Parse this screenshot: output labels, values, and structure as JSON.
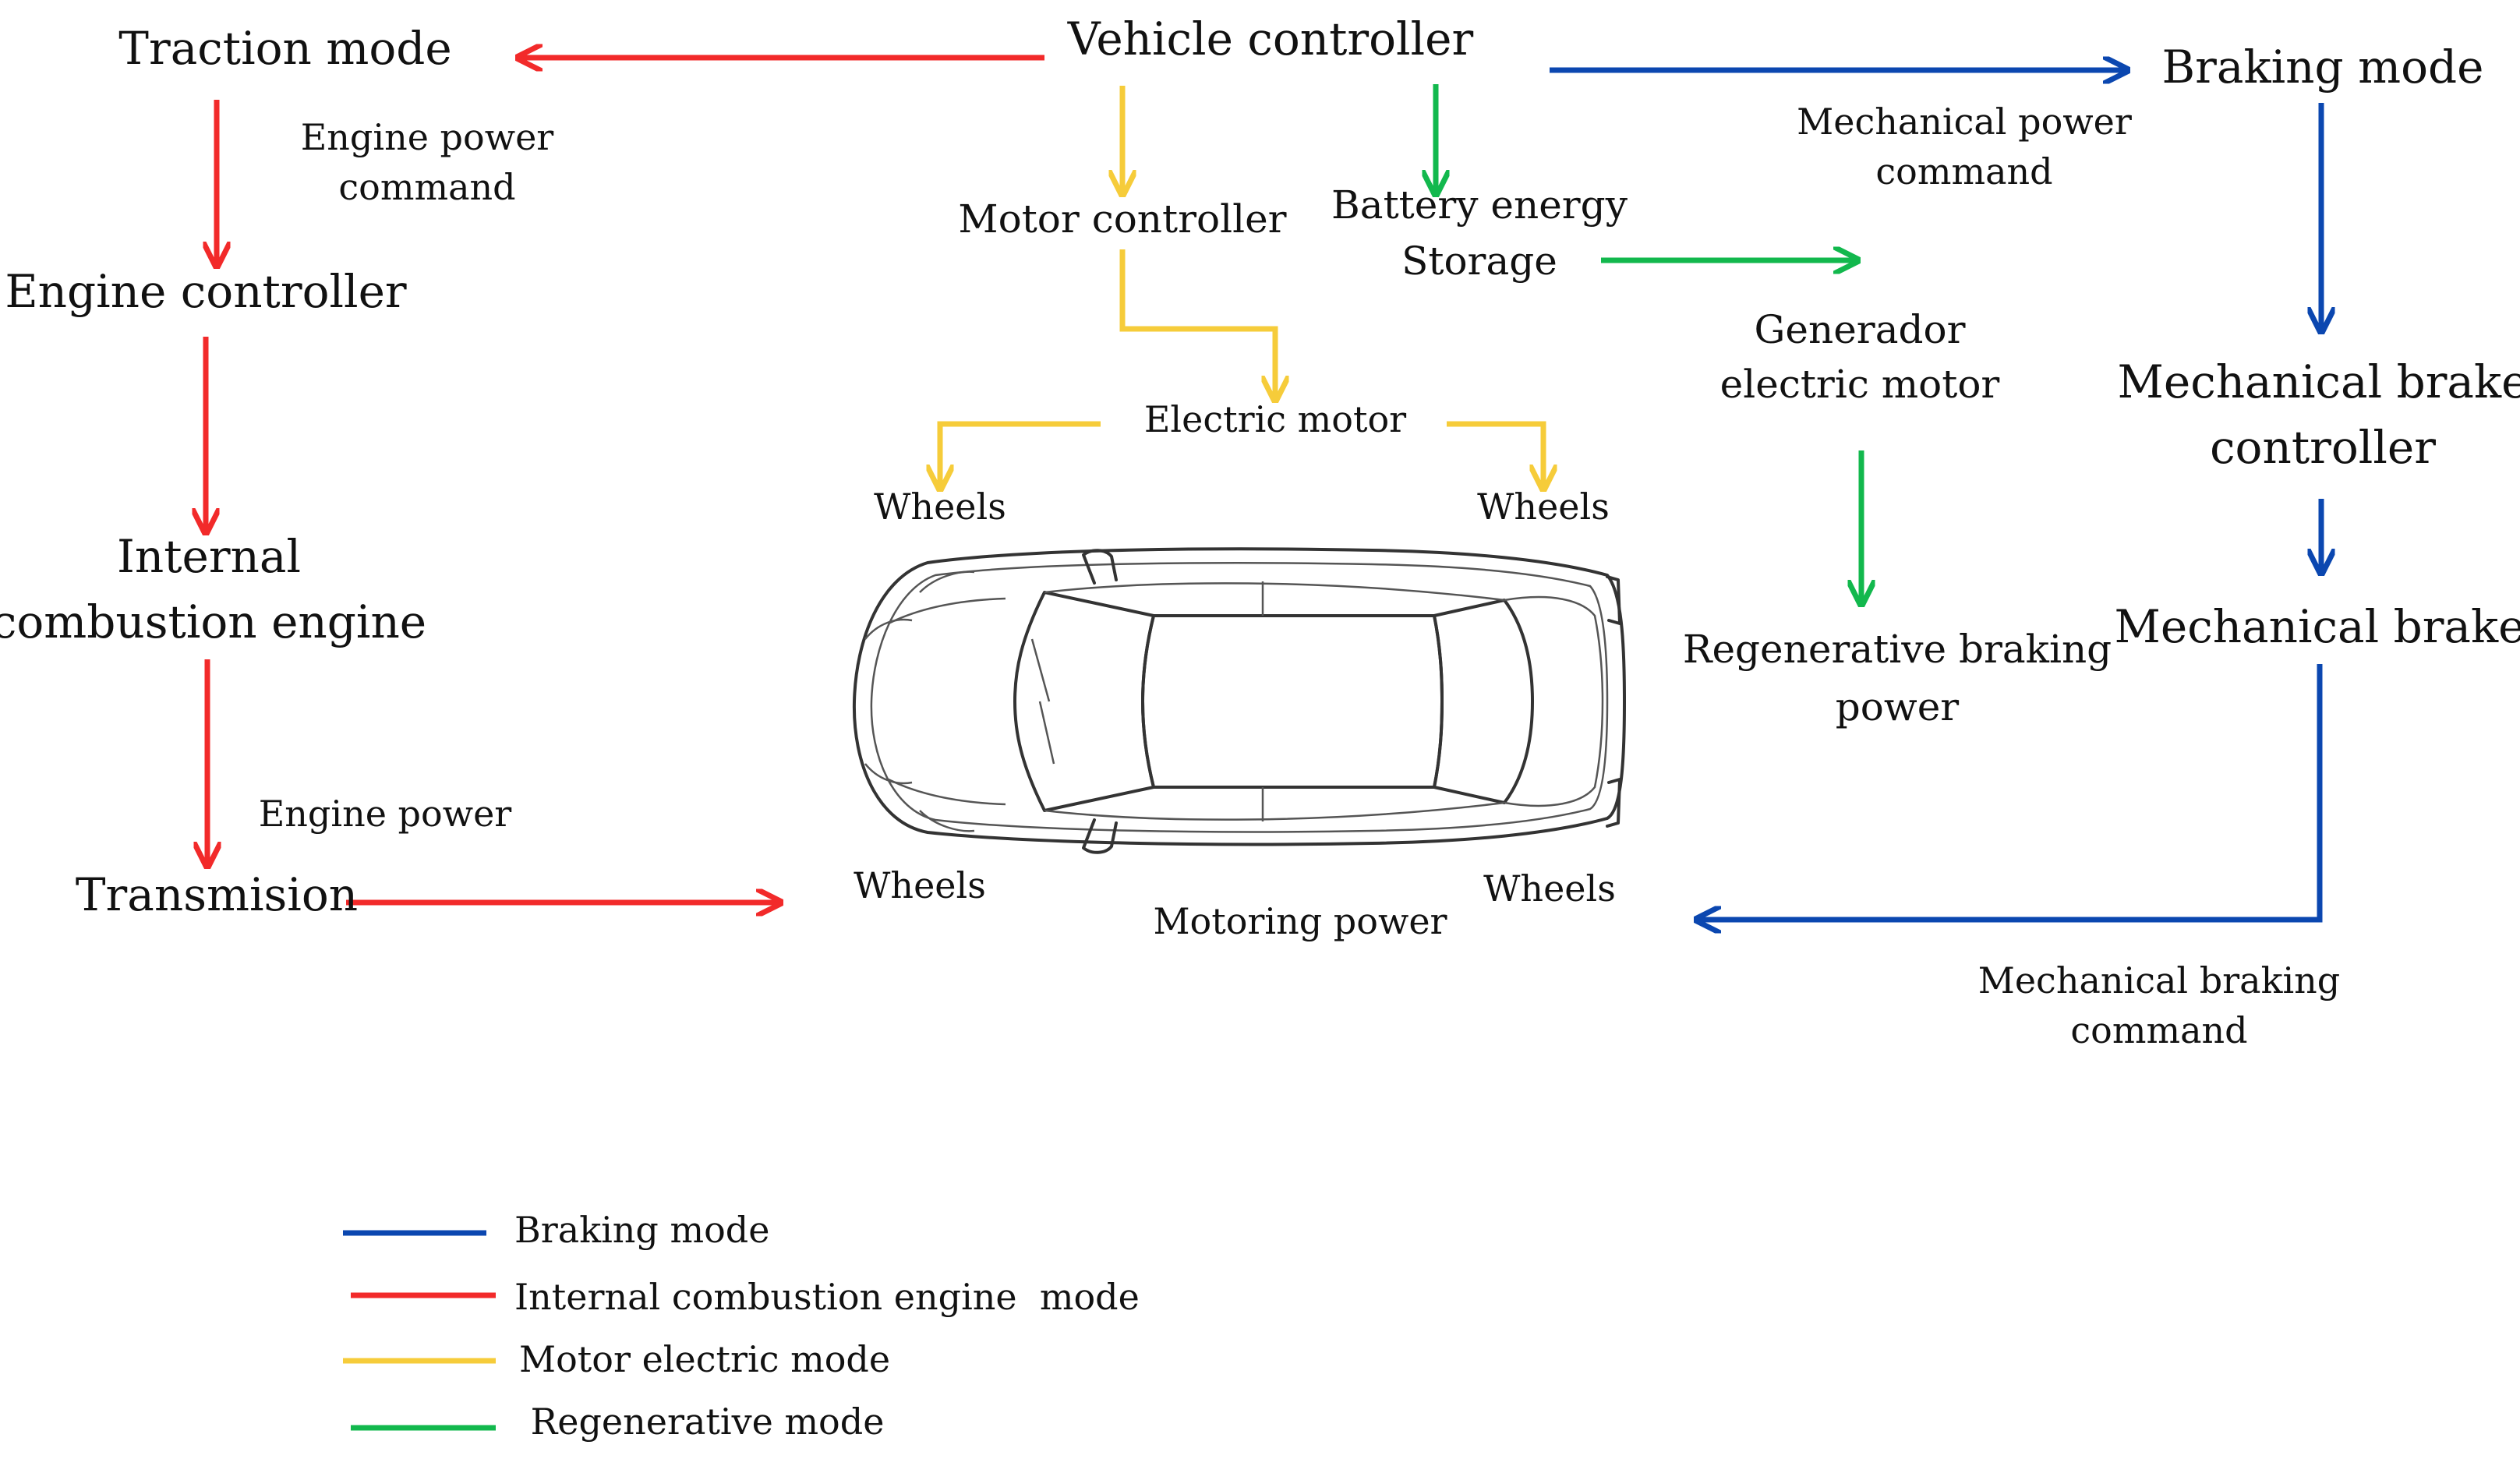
{
  "colors": {
    "braking": "#0b47b0",
    "ice": "#f22a2a",
    "motor": "#f6cc3a",
    "regen": "#12b84d",
    "text": "#111111"
  },
  "nodes": {
    "traction_mode": "Traction mode",
    "vehicle_controller": "Vehicle controller",
    "braking_mode": "Braking mode",
    "engine_controller": "Engine controller",
    "ice_line1": "Internal",
    "ice_line2": "combustion engine",
    "transmision": "Transmision",
    "motor_controller": "Motor controller",
    "battery_line1": "Battery energy",
    "battery_line2": "Storage",
    "generator_line1": "Generador",
    "generator_line2": "electric motor",
    "electric_motor": "Electric motor",
    "regen_power_line1": "Regenerative braking",
    "regen_power_line2": "power",
    "mech_brake_controller_line1": "Mechanical brake",
    "mech_brake_controller_line2": "controller",
    "mech_brake": "Mechanical brake"
  },
  "edge_labels": {
    "engine_power_command_line1": "Engine power",
    "engine_power_command_line2": "command",
    "engine_power": "Engine power",
    "mech_power_command_line1": "Mechanical power",
    "mech_power_command_line2": "command",
    "mech_braking_command_line1": "Mechanical braking",
    "mech_braking_command_line2": "command",
    "motoring_power": "Motoring power"
  },
  "wheels": {
    "front_left": "Wheels",
    "front_right": "Wheels",
    "rear_left": "Wheels",
    "rear_right": "Wheels"
  },
  "legend": [
    {
      "label": "Braking mode",
      "color": "#0b47b0"
    },
    {
      "label": "Internal combustion engine  mode",
      "color": "#f22a2a"
    },
    {
      "label": "Motor electric mode",
      "color": "#f6cc3a"
    },
    {
      "label": " Regenerative mode",
      "color": "#12b84d"
    }
  ],
  "icons": {
    "car": "car-top-view-icon"
  }
}
